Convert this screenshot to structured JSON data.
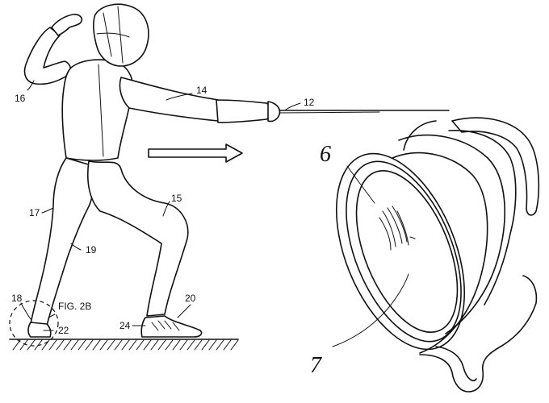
{
  "figure": {
    "ref_labels": {
      "r12": "12",
      "r14": "14",
      "r15": "15",
      "r16": "16",
      "r17": "17",
      "r18": "18",
      "r19": "19",
      "r20": "20",
      "r22": "22",
      "r24": "24"
    },
    "callout": "FIG. 2B",
    "handwritten": {
      "h6": "6",
      "h7": "7"
    }
  }
}
